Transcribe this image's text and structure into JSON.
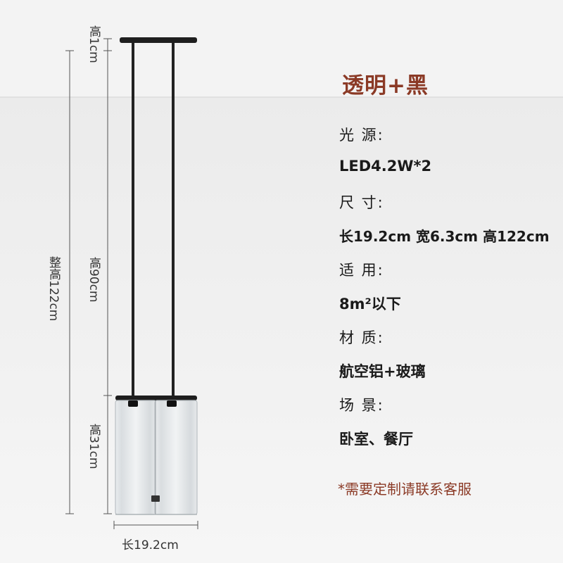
{
  "product": {
    "title": "透明+黑",
    "title_color": "#8b3a26"
  },
  "specs": [
    {
      "label": "光  源:",
      "value": "LED4.2W*2"
    },
    {
      "label": "尺  寸:",
      "value": "长19.2cm 宽6.3cm 高122cm"
    },
    {
      "label": "适  用:",
      "value": "8m²以下"
    },
    {
      "label": "材  质:",
      "value": "航空铝+玻璃"
    },
    {
      "label": "场  景:",
      "value": "卧室、餐厅"
    }
  ],
  "note": {
    "text": "*需要定制请联系客服",
    "color": "#8b3a26"
  },
  "dimensions": {
    "total_height": "整高122cm",
    "canopy_height": "高1cm",
    "rod_height": "高90cm",
    "shade_height": "高31cm",
    "width": "长19.2cm"
  }
}
